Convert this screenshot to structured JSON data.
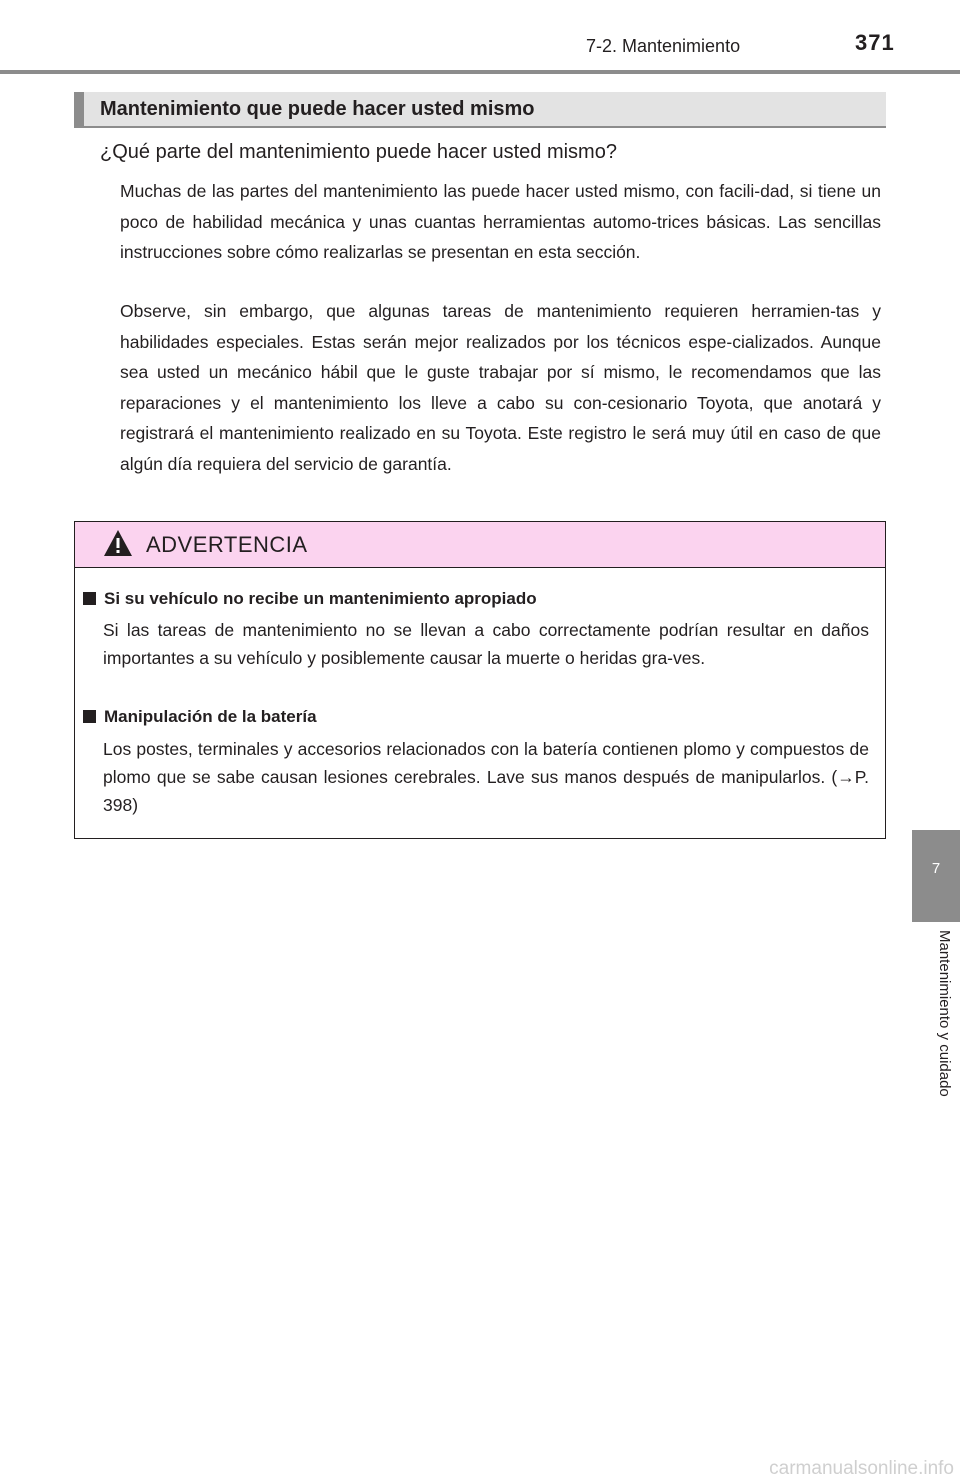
{
  "header": {
    "section": "7-2. Mantenimiento",
    "page_number": "371"
  },
  "section": {
    "title": "Mantenimiento que puede hacer usted mismo"
  },
  "question": "¿Qué parte del mantenimiento puede hacer usted mismo?",
  "paragraphs": [
    "Muchas de las partes del mantenimiento las puede hacer usted mismo, con facili-dad, si tiene un poco de habilidad mecánica y unas cuantas herramientas automo-trices básicas. Las sencillas instrucciones sobre cómo realizarlas se presentan en esta sección.",
    "Observe, sin embargo, que algunas tareas de mantenimiento requieren herramien-tas y habilidades especiales. Estas serán mejor realizados por los técnicos espe-cializados. Aunque sea usted un mecánico hábil que le guste trabajar por sí mismo, le recomendamos que las reparaciones y el mantenimiento los lleve a cabo su con-cesionario Toyota, que anotará y registrará el mantenimiento realizado en su Toyota. Este registro le será muy útil en caso de que algún día requiera del servicio de garantía."
  ],
  "warning": {
    "title": "ADVERTENCIA",
    "items": [
      {
        "heading": "Si su vehículo no recibe un mantenimiento apropiado",
        "text": "Si las tareas de mantenimiento no se llevan a cabo correctamente podrían resultar en daños importantes a su vehículo y posiblemente causar la muerte o heridas gra-ves."
      },
      {
        "heading": "Manipulación de la batería",
        "text": "Los postes, terminales y accesorios relacionados con la batería contienen plomo y compuestos de plomo que se sabe causan lesiones cerebrales. Lave sus manos después de manipularlos. (→P. 398)"
      }
    ]
  },
  "side_tab": {
    "number": "7",
    "label": "Mantenimiento y cuidado"
  },
  "watermark": "carmanualsonline.info",
  "colors": {
    "gray_bar": "#8c8c8c",
    "section_bg": "#e3e3e3",
    "warning_bg": "#fbd3ef",
    "text": "#231f20"
  }
}
